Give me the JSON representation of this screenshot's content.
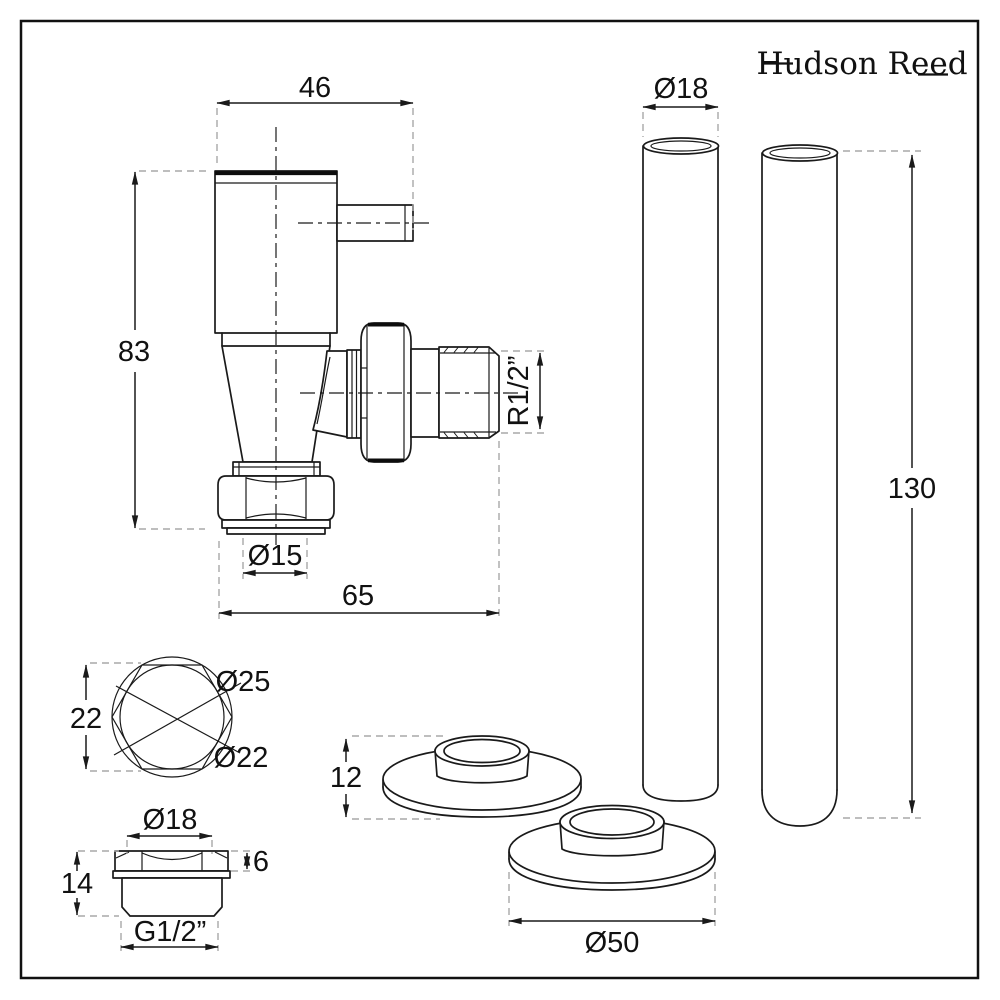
{
  "brand": {
    "name": "Hudson Reed"
  },
  "views": {
    "valve_front": {
      "dims": {
        "width": "46",
        "height": "83",
        "bore": "Ø15",
        "depth": "65",
        "thread": "R1/2”"
      }
    },
    "pipes": {
      "dims": {
        "diameter": "Ø18",
        "length": "130"
      }
    },
    "nut_top": {
      "dims": {
        "across_flats": "22",
        "outer_diameter": "Ø25",
        "inner_diameter": "Ø22"
      }
    },
    "collars": {
      "dims": {
        "height": "12",
        "diameter": "Ø50"
      }
    },
    "plug": {
      "dims": {
        "head_diameter": "Ø18",
        "head_height": "6",
        "total_height": "14",
        "thread": "G1/2”"
      }
    }
  }
}
